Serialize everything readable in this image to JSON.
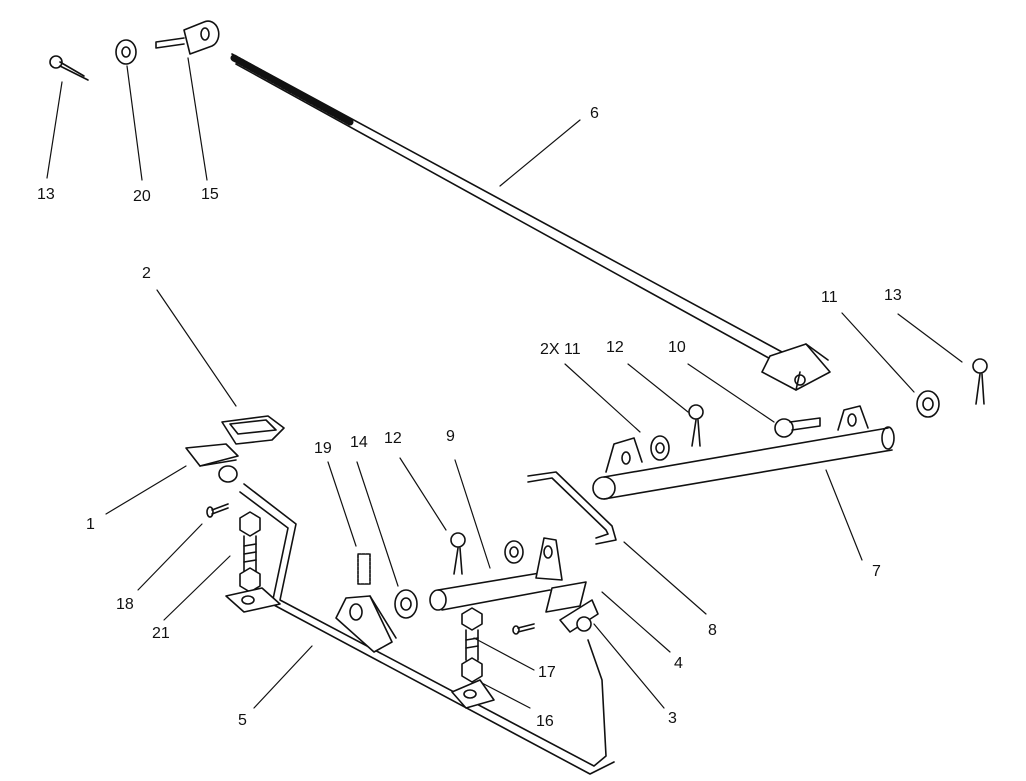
{
  "callouts": [
    {
      "id": "c13a",
      "text": "13"
    },
    {
      "id": "c20",
      "text": "20"
    },
    {
      "id": "c15",
      "text": "15"
    },
    {
      "id": "c6",
      "text": "6"
    },
    {
      "id": "c2",
      "text": "2"
    },
    {
      "id": "c11",
      "text": "11"
    },
    {
      "id": "c13b",
      "text": "13"
    },
    {
      "id": "c2x11",
      "text": "2X 11"
    },
    {
      "id": "c12a",
      "text": "12"
    },
    {
      "id": "c10",
      "text": "10"
    },
    {
      "id": "c19",
      "text": "19"
    },
    {
      "id": "c14",
      "text": "14"
    },
    {
      "id": "c12b",
      "text": "12"
    },
    {
      "id": "c9",
      "text": "9"
    },
    {
      "id": "c1",
      "text": "1"
    },
    {
      "id": "c7",
      "text": "7"
    },
    {
      "id": "c18",
      "text": "18"
    },
    {
      "id": "c21",
      "text": "21"
    },
    {
      "id": "c8",
      "text": "8"
    },
    {
      "id": "c17",
      "text": "17"
    },
    {
      "id": "c4",
      "text": "4"
    },
    {
      "id": "c5",
      "text": "5"
    },
    {
      "id": "c16",
      "text": "16"
    },
    {
      "id": "c3",
      "text": "3"
    }
  ],
  "colors": {
    "ink": "#111111",
    "paper": "#ffffff"
  }
}
